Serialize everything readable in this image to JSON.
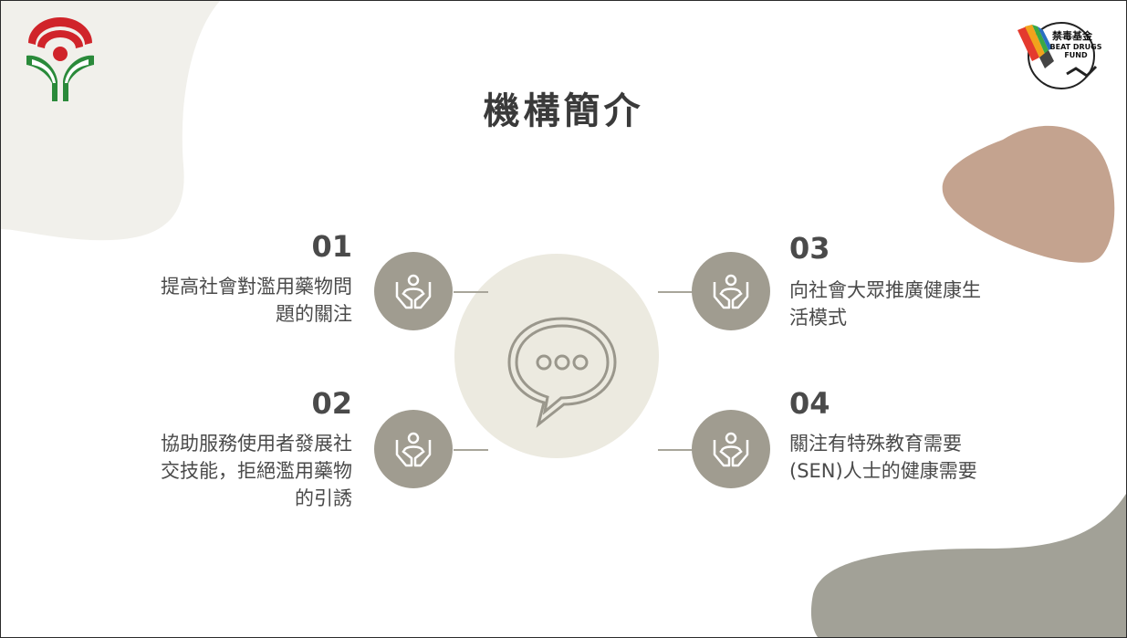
{
  "slide": {
    "title": "機構簡介",
    "items": [
      {
        "number": "01",
        "lines": [
          "提高社會對濫用藥物問",
          "題的關注"
        ]
      },
      {
        "number": "02",
        "lines": [
          "協助服務使用者發展社",
          "交技能，拒絕濫用藥物",
          "的引誘"
        ]
      },
      {
        "number": "03",
        "lines": [
          "向社會大眾推廣健康生",
          "活模式"
        ]
      },
      {
        "number": "04",
        "lines": [
          "關注有特殊教育需要",
          "(SEN)人士的健康需要"
        ]
      }
    ]
  },
  "logos": {
    "right_lines": [
      "禁毒基金",
      "BEAT DRUGS",
      "FUND"
    ]
  },
  "icons": {
    "item_icon": "hands-holding-people-icon",
    "center_icon": "speech-bubble-icon"
  },
  "colors": {
    "icon_circle": "#a09c90",
    "center_circle": "#eceae0",
    "brown_blob": "#c4a38f",
    "gray_blob": "#a2a197",
    "beige_blob": "#f1f0eb",
    "logo_red": "#d0242a",
    "logo_green": "#2a8a3a"
  }
}
